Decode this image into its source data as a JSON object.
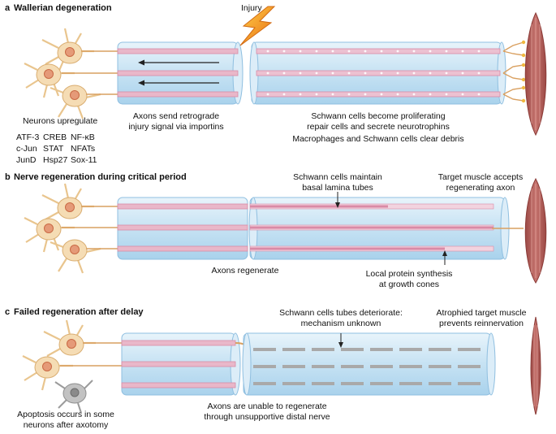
{
  "panels": [
    {
      "letter": "a",
      "title": "Wallerian degeneration",
      "injury_label": "Injury",
      "neurons_label": "Neurons upregulate",
      "genes": [
        [
          "ATF-3",
          "CREB",
          "NF-κB"
        ],
        [
          "c-Jun",
          "STAT",
          "NFATs"
        ],
        [
          "JunD",
          "Hsp27",
          "Sox-11"
        ]
      ],
      "proximal_caption": [
        "Axons send retrograde",
        "injury signal via importins"
      ],
      "distal_caption": [
        "Schwann cells become proliferating",
        "repair cells and secrete neurotrophins",
        "Macrophages and Schwann cells clear debris"
      ]
    },
    {
      "letter": "b",
      "title": "Nerve regeneration during critical period",
      "schwann_caption": [
        "Schwann cells maintain",
        "basal lamina tubes"
      ],
      "target_caption": [
        "Target muscle accepts",
        "regenerating axon"
      ],
      "axon_caption": "Axons regenerate",
      "protein_caption": [
        "Local protein synthesis",
        "at growth cones"
      ]
    },
    {
      "letter": "c",
      "title": "Failed regeneration after delay",
      "schwann_caption": [
        "Schwann cells tubes deteriorate:",
        "mechanism unknown"
      ],
      "target_caption": [
        "Atrophied target muscle",
        "prevents reinnervation"
      ],
      "apoptosis_caption": [
        "Apoptosis occurs in some",
        "neurons after axotomy"
      ],
      "axon_caption": [
        "Axons are unable to regenerate",
        "through unsupportive distal nerve"
      ]
    }
  ],
  "colors": {
    "nerve_fill": "#cfe6f4",
    "nerve_edge": "#8fbfe0",
    "axon_pink": "#d98aa6",
    "neuron_body": "#f5dcb4",
    "neuron_nucleus": "#e59a78",
    "muscle": "#b5625e",
    "injury_bolt": "#f28c1c",
    "dead_neuron": "#b9b9b9",
    "tube_gray": "#a9a9a9"
  }
}
